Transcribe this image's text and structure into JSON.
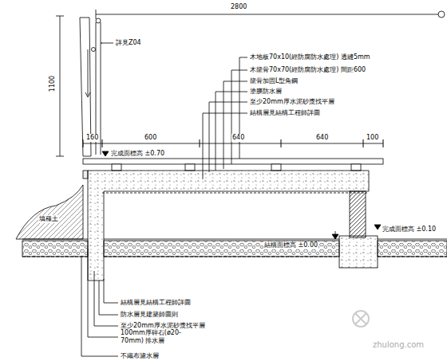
{
  "diagram": {
    "labels": [
      "2800",
      "1100",
      "詳見Z04",
      "木地板70x10(經防腐防水處理) 透縫5mm",
      "木龍骨70x70(經防腐防水處理) 間距600",
      "龍骨加固L型角鋼",
      "塗膜防水層",
      "至少20mm厚水泥砂漿找平層",
      "結構層見結構工程師詳圖",
      "160",
      "600",
      "640",
      "640",
      "100",
      "完成面標高 ±0.70",
      "填種土",
      "結構面標高 ±0.00",
      "完成面標高 ±0.10",
      "結構層見結構工程師詳圖",
      "防水層見建築師圖則",
      "至少20mm厚水泥砂漿找平層",
      "100mm厚碎石(ø20-70mm) 排水層",
      "不織布濾水層",
      "zhulong.com"
    ]
  }
}
